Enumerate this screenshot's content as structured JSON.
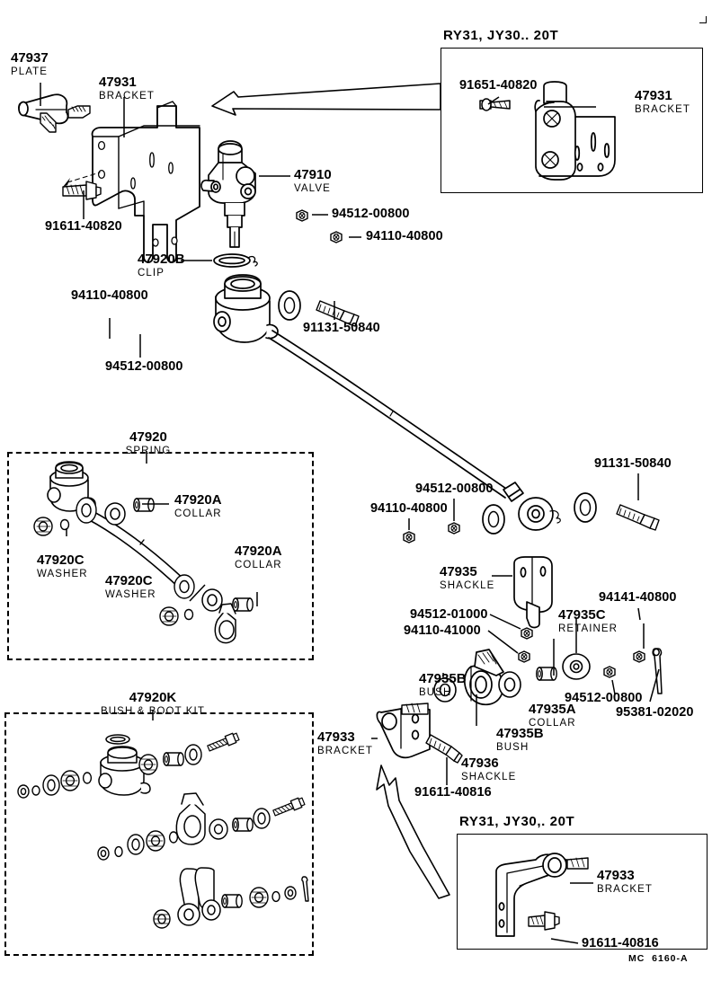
{
  "figure": {
    "reference": "MC  6160-A",
    "title_top_inset": "RY31, JY30.. 20T",
    "title_bottom_inset": "RY31, JY30,. 20T"
  },
  "insets": {
    "top": {
      "heading": "RY31, JY30.. 20T",
      "labels": [
        {
          "code": "91651-40820",
          "name": ""
        },
        {
          "code": "47931",
          "name": "BRACKET"
        }
      ]
    },
    "bottom": {
      "heading": "RY31, JY30,. 20T",
      "labels": [
        {
          "code": "47933",
          "name": "BRACKET"
        },
        {
          "code": "91611-40816",
          "name": ""
        }
      ]
    }
  },
  "groups": {
    "spring": {
      "code": "47920",
      "name": "SPRING"
    },
    "bush_boot_kit": {
      "code": "47920K",
      "name": "BUSH & BOOT KIT"
    }
  },
  "labels": {
    "plate": {
      "code": "47937",
      "name": "PLATE"
    },
    "bracket_47931": {
      "code": "47931",
      "name": "BRACKET"
    },
    "valve": {
      "code": "47910",
      "name": "VALVE"
    },
    "clip": {
      "code": "47920B",
      "name": "CLIP"
    },
    "bolt_91611_40820": {
      "code": "91611-40820",
      "name": ""
    },
    "washer_94512_00800_a": {
      "code": "94512-00800",
      "name": ""
    },
    "nut_94110_40800_a": {
      "code": "94110-40800",
      "name": ""
    },
    "nut_94110_40800_b": {
      "code": "94110-40800",
      "name": ""
    },
    "washer_94512_00800_b": {
      "code": "94512-00800",
      "name": ""
    },
    "bolt_91131_50840_a": {
      "code": "91131-50840",
      "name": ""
    },
    "bolt_91131_50840_b": {
      "code": "91131-50840",
      "name": ""
    },
    "nut_94110_40800_c": {
      "code": "94110-40800",
      "name": ""
    },
    "washer_94512_00800_c": {
      "code": "94512-00800",
      "name": ""
    },
    "collar_47920a_1": {
      "code": "47920A",
      "name": "COLLAR"
    },
    "collar_47920a_2": {
      "code": "47920A",
      "name": "COLLAR"
    },
    "washer_47920c_1": {
      "code": "47920C",
      "name": "WASHER"
    },
    "washer_47920c_2": {
      "code": "47920C",
      "name": "WASHER"
    },
    "shackle_47935": {
      "code": "47935",
      "name": "SHACKLE"
    },
    "washer_94512_01000": {
      "code": "94512-01000",
      "name": ""
    },
    "nut_94110_41000": {
      "code": "94110-41000",
      "name": ""
    },
    "bush_47935b_1": {
      "code": "47935B",
      "name": "BUSH"
    },
    "bush_47935b_2": {
      "code": "47935B",
      "name": "BUSH"
    },
    "collar_47935a": {
      "code": "47935A",
      "name": "COLLAR"
    },
    "retainer_47935c": {
      "code": "47935C",
      "name": "RETAINER"
    },
    "nut_94141_40800": {
      "code": "94141-40800",
      "name": ""
    },
    "washer_94512_00800_d": {
      "code": "94512-00800",
      "name": ""
    },
    "pin_95381_02020": {
      "code": "95381-02020",
      "name": ""
    },
    "bracket_47933": {
      "code": "47933",
      "name": "BRACKET"
    },
    "shackle_47936": {
      "code": "47936",
      "name": "SHACKLE"
    },
    "bolt_91611_40816": {
      "code": "91611-40816",
      "name": ""
    },
    "inset_bolt_91651_40820": {
      "code": "91651-40820",
      "name": ""
    },
    "inset_bracket_47931": {
      "code": "47931",
      "name": "BRACKET"
    },
    "inset_bracket_47933": {
      "code": "47933",
      "name": "BRACKET"
    },
    "inset_bolt_91611_40816": {
      "code": "91611-40816",
      "name": ""
    }
  },
  "colors": {
    "ink": "#000000",
    "paper": "#ffffff"
  }
}
